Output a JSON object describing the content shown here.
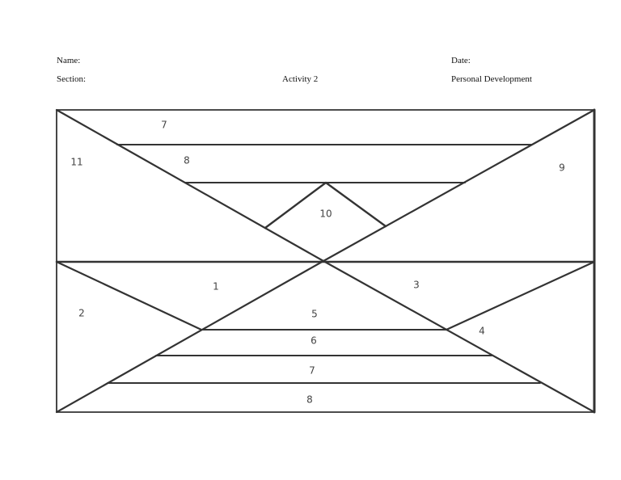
{
  "header": {
    "name_label": "Name:",
    "date_label": "Date:",
    "section_label": "Section:",
    "activity_label": "Activity 2",
    "subject_label": "Personal Development"
  },
  "diagram": {
    "labels": {
      "top_band": "7",
      "left_upper": "11",
      "second_band": "8",
      "right_upper": "9",
      "center_triangle": "10",
      "lower_left_wedge": "1",
      "left_lower": "2",
      "lower_right_wedge": "3",
      "right_lower": "4",
      "lower_band_1": "5",
      "lower_band_2": "6",
      "lower_band_3": "7",
      "lower_band_4": "8"
    },
    "line_color": "#333333"
  }
}
